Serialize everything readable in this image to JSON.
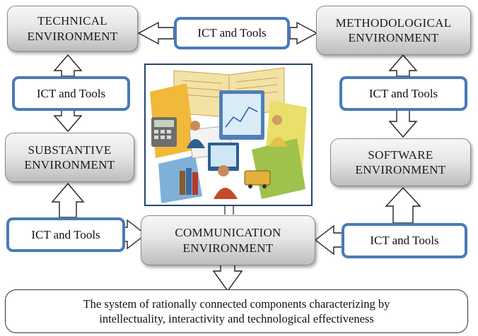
{
  "environments": {
    "technical": "TECHNICAL\nENVIRONMENT",
    "methodological": "METHODOLOGICAL\nENVIRONMENT",
    "substantive": "SUBSTANTIVE\nENVIRONMENT",
    "software": "SOFTWARE\nENVIRONMENT",
    "communication": "COMMUNICATION\nENVIRONMENT"
  },
  "tools_label": "ICT and Tools",
  "result": "The system of rationally connected components characterizing by\nintellectuality, interactivity and technological effectiveness",
  "colors": {
    "tool_border": "#4a7ab8",
    "env_fill_top": "#f7f7f7",
    "env_fill_bottom": "#bdbdbd",
    "illustration_border": "#25466f"
  },
  "illustration": "clip-art of people working with computers, books and educational materials"
}
